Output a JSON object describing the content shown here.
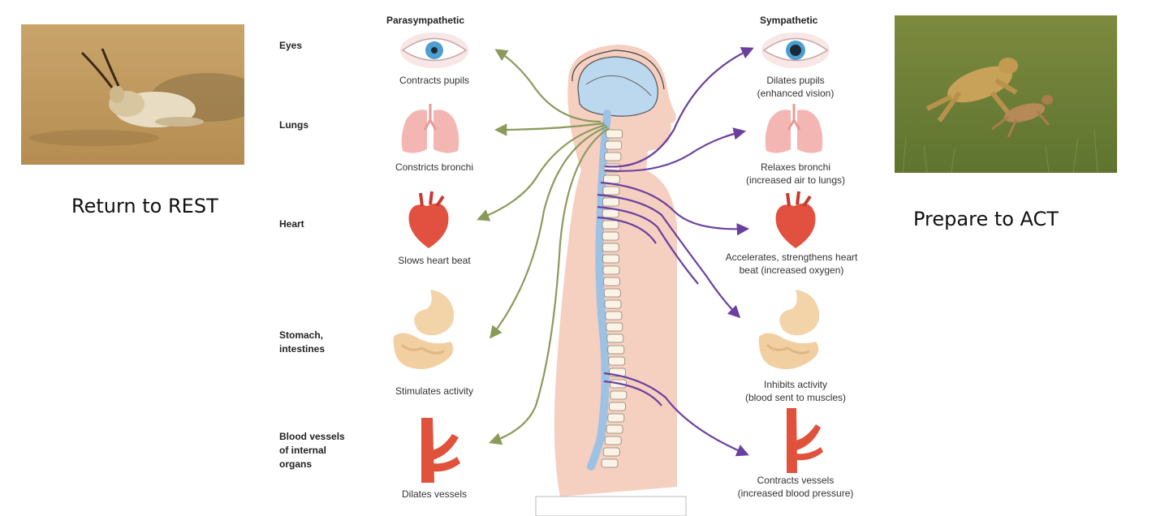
{
  "left_panel": {
    "label": "Return to REST"
  },
  "right_panel": {
    "label": "Prepare to ACT"
  },
  "headers": {
    "parasympathetic": "Parasympathetic",
    "sympathetic": "Sympathetic"
  },
  "organs": [
    {
      "name": "Eyes",
      "para": "Contracts pupils",
      "symp": "Dilates pupils\n(enhanced vision)"
    },
    {
      "name": "Lungs",
      "para": "Constricts bronchi",
      "symp": "Relaxes bronchi\n(increased air to lungs)"
    },
    {
      "name": "Heart",
      "para": "Slows heart beat",
      "symp": "Accelerates, strengthens heart\nbeat (increased oxygen)"
    },
    {
      "name": "Stomach,\nintestines",
      "para": "Stimulates activity",
      "symp": "Inhibits activity\n(blood sent to muscles)"
    },
    {
      "name": "Blood vessels\nof internal\norgans",
      "para": "Dilates vessels",
      "symp": "Contracts vessels\n(increased blood pressure)"
    }
  ],
  "colors": {
    "parasympathetic": "#8a9a5b",
    "sympathetic": "#6b3fa0",
    "body": "#f5cfc0",
    "brain": "#bcd8ee"
  }
}
